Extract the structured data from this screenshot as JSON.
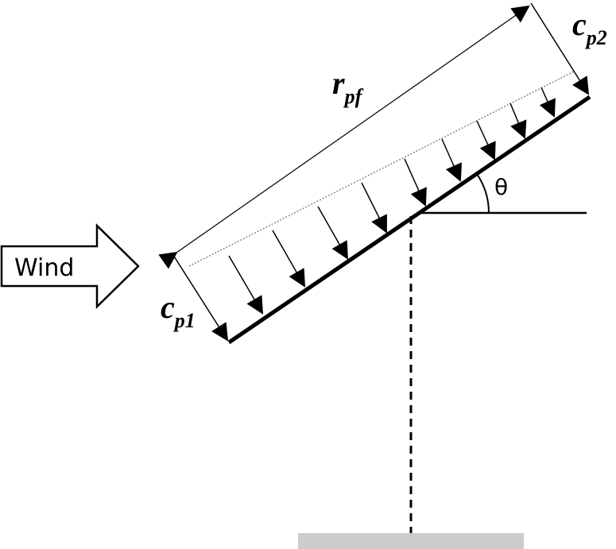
{
  "wind": {
    "label": "Wind"
  },
  "labels": {
    "rpf": {
      "main": "r",
      "sub": "pf"
    },
    "cp1": {
      "main": "c",
      "sub": "p1"
    },
    "cp2": {
      "main": "c",
      "sub": "p2"
    },
    "theta": "θ"
  },
  "colors": {
    "line": "#000000",
    "ground": "#cccccc"
  }
}
